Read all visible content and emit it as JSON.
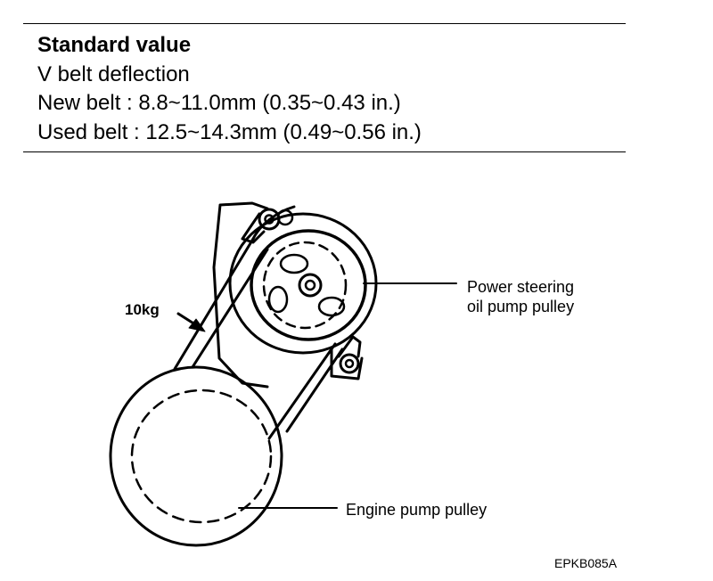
{
  "spec": {
    "title": "Standard value",
    "line1": "V belt deflection",
    "line2": "New belt : 8.8~11.0mm (0.35~0.43 in.)",
    "line3": "Used belt : 12.5~14.3mm (0.49~0.56 in.)"
  },
  "labels": {
    "force": "10kg",
    "power_steering_line1": "Power steering",
    "power_steering_line2": "oil pump pulley",
    "engine_pulley": "Engine pump pulley"
  },
  "figure_code": "EPKB085A"
}
